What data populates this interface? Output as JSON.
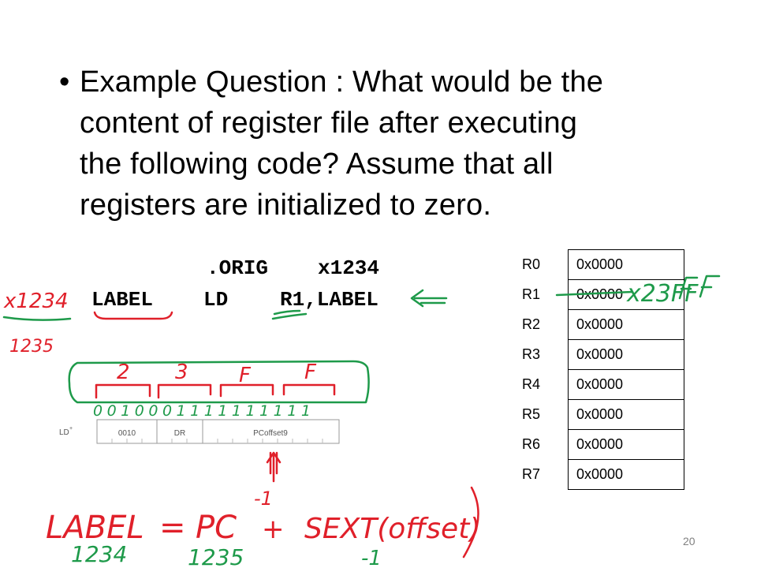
{
  "slide": {
    "bullet_glyph": "•",
    "lines": [
      "Example Question : What would be the",
      "content of register file after executing",
      "the following code? Assume that all",
      "registers are initialized to zero."
    ],
    "page_number": "20"
  },
  "code": {
    "directive": ".ORIG",
    "origin": "x1234",
    "label": "LABEL",
    "opcode": "LD",
    "operands": "R1,LABEL"
  },
  "ld_format": {
    "name": "LD",
    "superscript": "+",
    "fields": [
      "0010",
      "DR",
      "PCoffset9"
    ]
  },
  "registers": [
    {
      "name": "R0",
      "value": "0x0000"
    },
    {
      "name": "R1",
      "value": "0x0000"
    },
    {
      "name": "R2",
      "value": "0x0000"
    },
    {
      "name": "R3",
      "value": "0x0000"
    },
    {
      "name": "R4",
      "value": "0x0000"
    },
    {
      "name": "R5",
      "value": "0x0000"
    },
    {
      "name": "R6",
      "value": "0x0000"
    },
    {
      "name": "R7",
      "value": "0x0000"
    }
  ],
  "annotations": {
    "addr_label": "x1234",
    "addr_next": "1235",
    "hex_digits": [
      "2",
      "3",
      "F",
      "F"
    ],
    "binary": "0010001111111111",
    "r1_result": "x23FF",
    "minus_one_offset": "-1",
    "formula_left": "LABEL",
    "formula_eq": "=",
    "formula_pc": "PC",
    "formula_plus": "+",
    "formula_sext": "SEXT(offset)",
    "sub_label": "1234",
    "sub_pc": "1235",
    "sub_offset": "-1"
  },
  "colors": {
    "red_ink": "#e0202a",
    "green_ink": "#1e9a4a",
    "table_border": "#000000"
  }
}
